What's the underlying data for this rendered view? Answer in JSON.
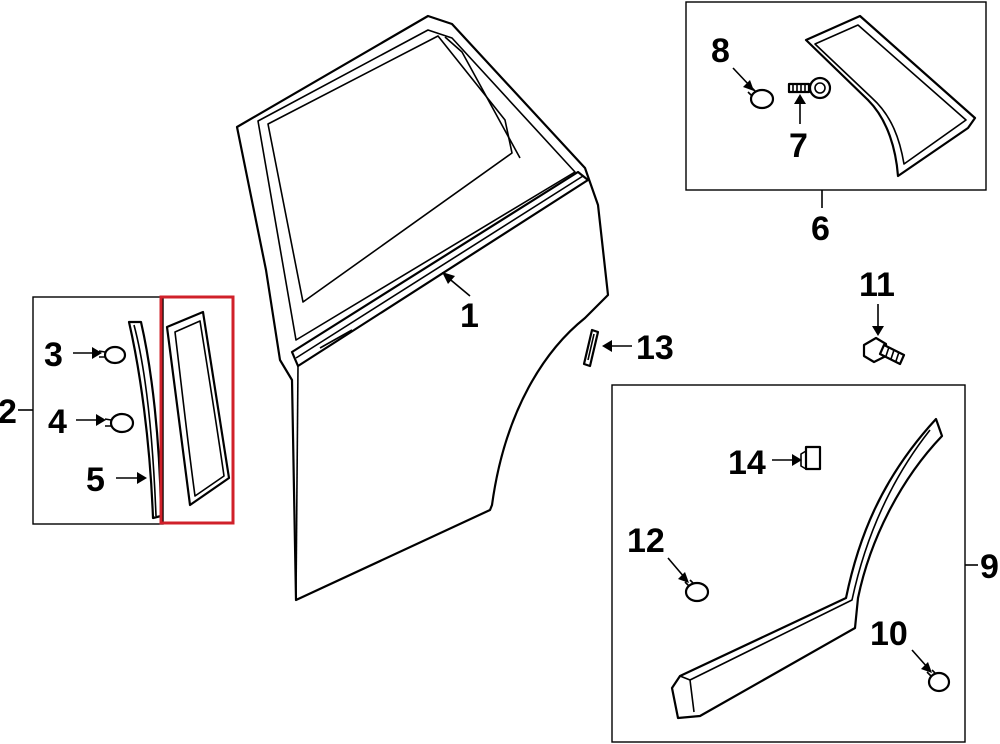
{
  "callouts": {
    "c1": "1",
    "c2": "2",
    "c3": "3",
    "c4": "4",
    "c5": "5",
    "c6": "6",
    "c7": "7",
    "c8": "8",
    "c9": "9",
    "c10": "10",
    "c11": "11",
    "c12": "12",
    "c13": "13",
    "c14": "14"
  },
  "colors": {
    "line": "#000000",
    "background": "#ffffff",
    "highlight": "#d0202a"
  }
}
